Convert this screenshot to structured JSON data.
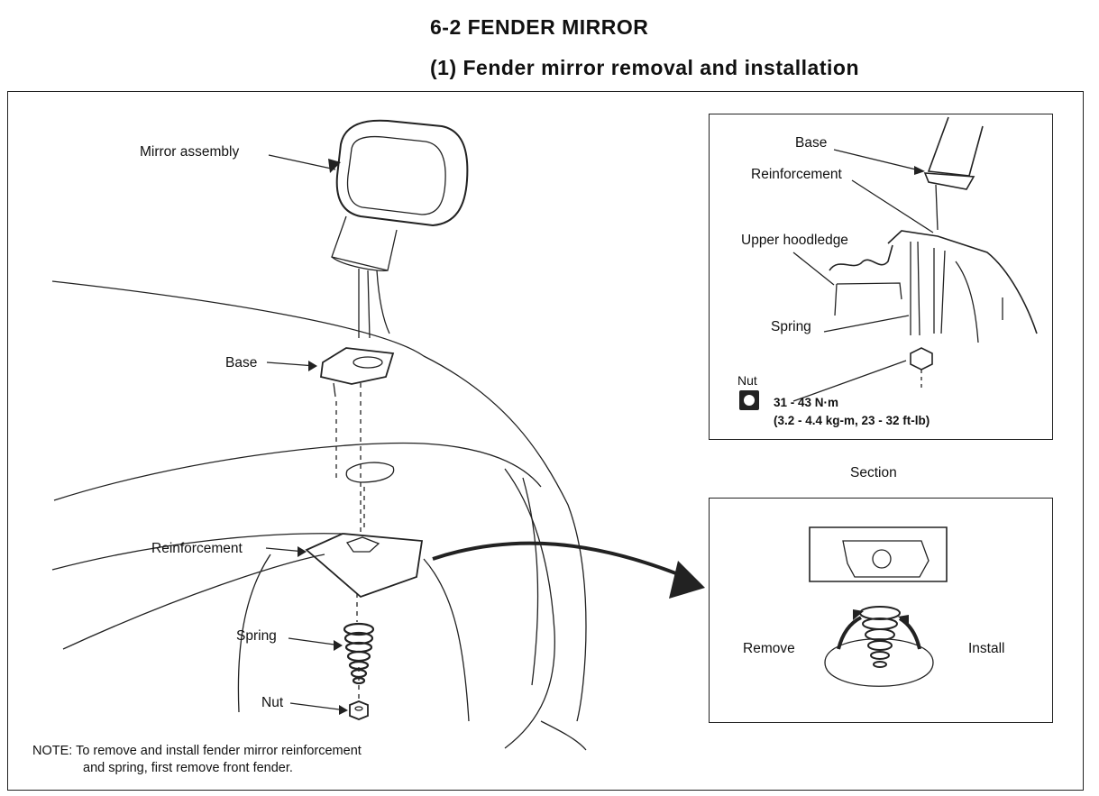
{
  "header": {
    "section_title": "6-2 FENDER MIRROR",
    "subsection_title": "(1) Fender mirror removal and installation"
  },
  "main_labels": {
    "mirror_assembly": "Mirror assembly",
    "base": "Base",
    "reinforcement": "Reinforcement",
    "spring": "Spring",
    "nut": "Nut"
  },
  "inset_top": {
    "base": "Base",
    "reinforcement": "Reinforcement",
    "upper_hoodledge": "Upper hoodledge",
    "spring": "Spring",
    "nut": "Nut",
    "torque_metric": "31 - 43 N·m",
    "torque_imperial": "(3.2 - 4.4 kg-m, 23 - 32 ft-lb)"
  },
  "inset_bottom": {
    "caption": "Section",
    "remove": "Remove",
    "install": "Install"
  },
  "note": {
    "line1": "NOTE: To remove and install fender mirror reinforcement",
    "line2": "and spring, first remove front fender."
  }
}
